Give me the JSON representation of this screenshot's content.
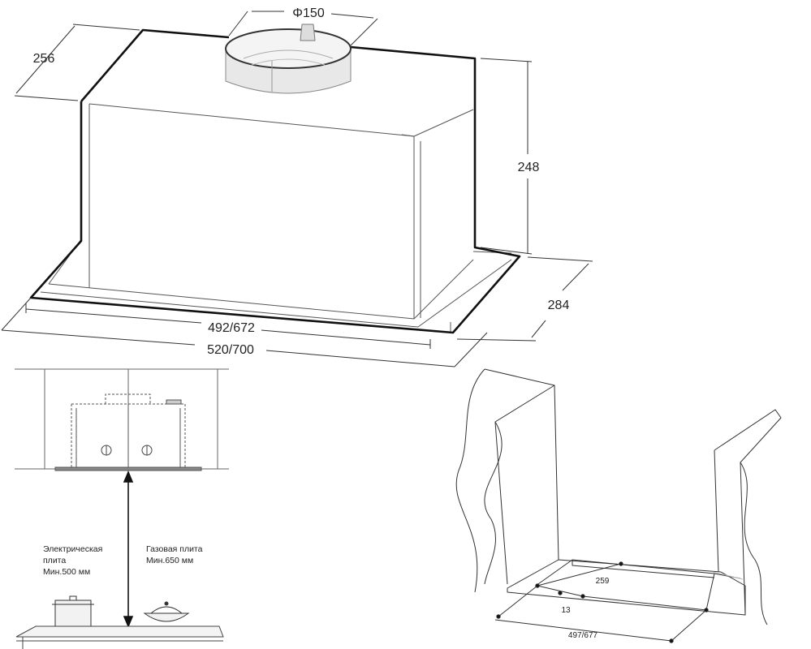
{
  "hood_3d": {
    "dimensions": {
      "duct_diameter": "Φ150",
      "depth_top": "256",
      "height": "248",
      "depth_bottom": "284",
      "inner_width": "492/672",
      "outer_width": "520/700"
    }
  },
  "installation": {
    "electric_stove_label": [
      "Электрическая",
      "плита",
      "Мин.500 мм"
    ],
    "gas_stove_label": [
      "Газовая плита",
      "Мин.650 мм"
    ]
  },
  "cabinet_cutout": {
    "dimensions": {
      "cutout_depth": "259",
      "edge_offset": "13",
      "cutout_width": "497/677"
    }
  }
}
